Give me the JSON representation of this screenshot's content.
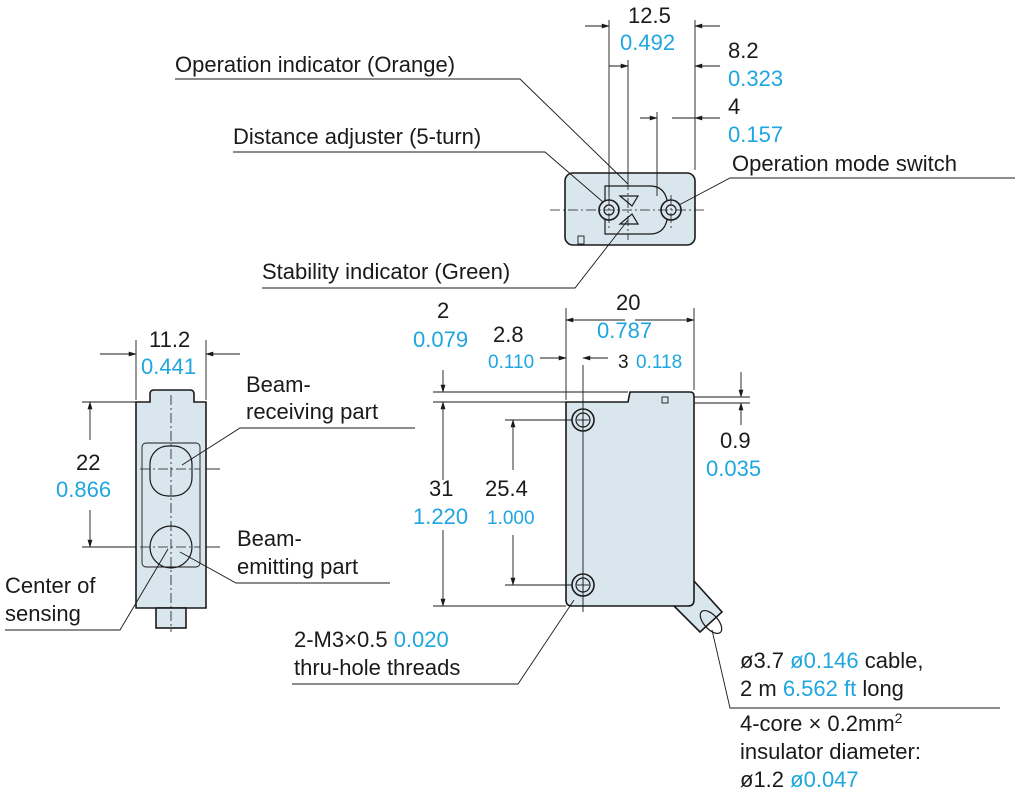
{
  "colors": {
    "metric": "#1a1a1a",
    "imperial": "#1fa6df",
    "body_fill": "#d9e6ee"
  },
  "top_view": {
    "width_mm": "12.5",
    "width_in": "0.492",
    "offset1_mm": "8.2",
    "offset1_in": "0.323",
    "offset2_mm": "4",
    "offset2_in": "0.157",
    "operation_indicator": "Operation indicator (Orange)",
    "distance_adjuster": "Distance adjuster (5-turn)",
    "operation_mode_switch": "Operation mode switch",
    "stability_indicator": "Stability indicator (Green)"
  },
  "side_view": {
    "width_mm": "11.2",
    "width_in": "0.441",
    "pitch_mm": "22",
    "pitch_in": "0.866",
    "beam_receiving_1": "Beam-",
    "beam_receiving_2": "receiving part",
    "beam_emitting_1": "Beam-",
    "beam_emitting_2": "emitting part",
    "center_1": "Center of",
    "center_2": "sensing"
  },
  "front_view": {
    "width_mm": "20",
    "width_in": "0.787",
    "d2_mm": "2",
    "d2_in": "0.079",
    "d28_mm": "2.8",
    "d28_in": "0.110",
    "d3_mm": "3",
    "d3_in": "0.118",
    "d09_mm": "0.9",
    "d09_in": "0.035",
    "height_mm": "31",
    "height_in": "1.220",
    "hole_pitch_mm": "25.4",
    "hole_pitch_in": "1.000",
    "thread_1a": "2-M3×0.5",
    "thread_1b": "0.020",
    "thread_2": "thru-hole threads",
    "cable_1a": "ø3.7",
    "cable_1b": "ø0.146",
    "cable_1c": "cable,",
    "cable_2a": "2 m",
    "cable_2b": "6.562 ft",
    "cable_2c": "long",
    "core_1a": "4-core × 0.2mm",
    "core_1b": "2",
    "core_2": "insulator diameter:",
    "core_3a": "ø1.2",
    "core_3b": "ø0.047"
  }
}
